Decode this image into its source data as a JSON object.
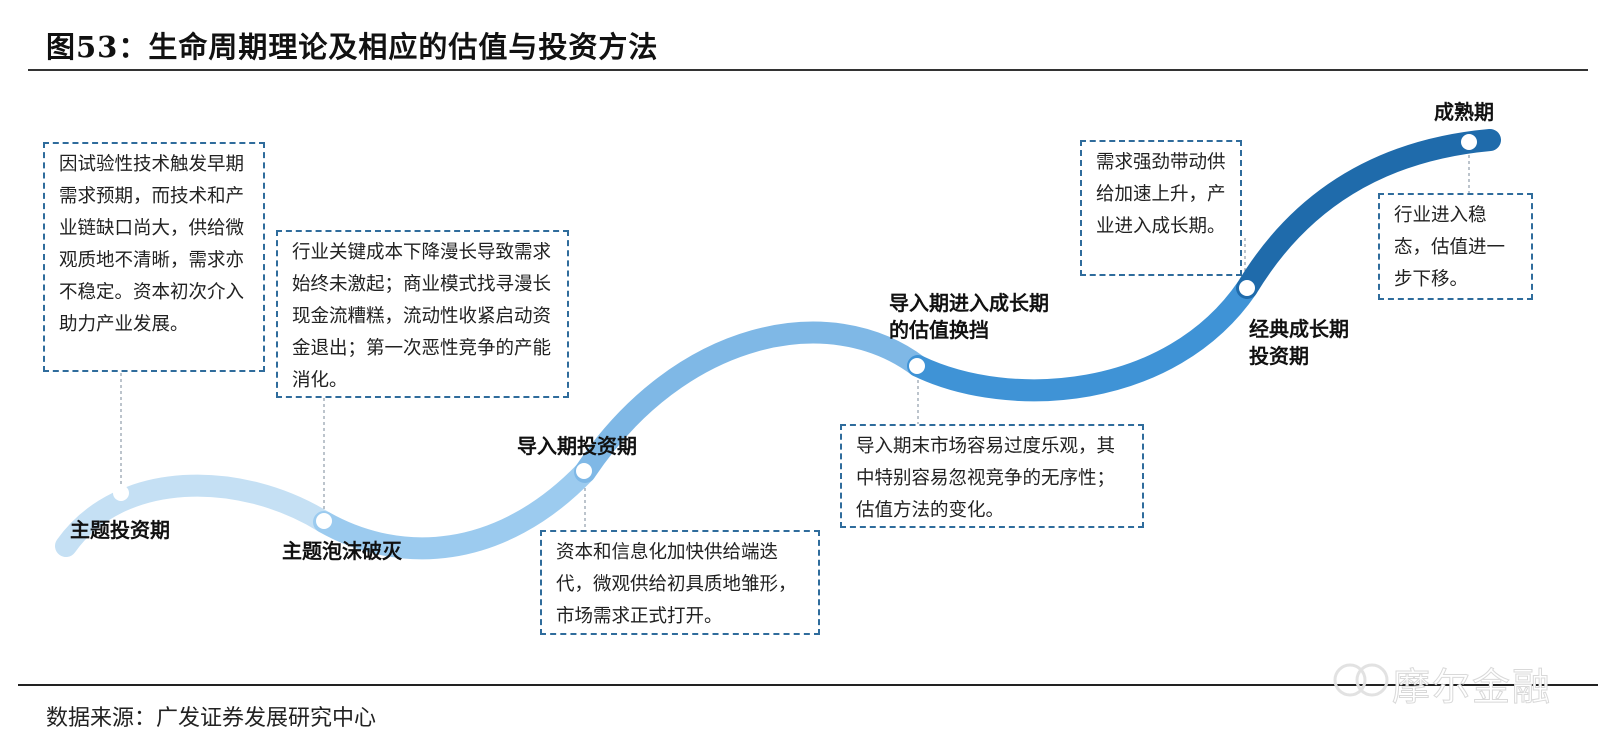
{
  "header": {
    "title": "图53：生命周期理论及相应的估值与投资方法"
  },
  "footer": {
    "source": "数据来源：广发证券发展研究中心",
    "watermark": "摩尔金融"
  },
  "colors": {
    "curve_light": "#c5e0f4",
    "curve_mid": "#7fb8e6",
    "curve_blue": "#3f93d6",
    "curve_dark": "#1f6bab",
    "box_border": "#2f6c9c",
    "node_fill": "#ffffff"
  },
  "stages": [
    {
      "label": "主题投资期"
    },
    {
      "label": "主题泡沫破灭"
    },
    {
      "label": "导入期投资期"
    },
    {
      "label": "导入期进入成长期",
      "label2": "的估值换挡"
    },
    {
      "label": "经典成长期",
      "label2": "投资期"
    },
    {
      "label": "成熟期"
    }
  ],
  "notes": [
    {
      "text": "因试验性技术触发早期需求预期，而技术和产业链缺口尚大，供给微观质地不清晰，需求亦不稳定。资本初次介入助力产业发展。"
    },
    {
      "text": "行业关键成本下降漫长导致需求始终未激起；商业模式找寻漫长现金流糟糕，流动性收紧启动资金退出；第一次恶性竞争的产能消化。"
    },
    {
      "text": "资本和信息化加快供给端迭代，微观供给初具质地雏形，市场需求正式打开。"
    },
    {
      "text": "导入期末市场容易过度乐观，其中特别容易忽视竞争的无序性；估值方法的变化。"
    },
    {
      "text": "需求强劲带动供给加速上升，产业进入成长期。"
    },
    {
      "text": "行业进入稳态，估值进一步下移。"
    }
  ]
}
